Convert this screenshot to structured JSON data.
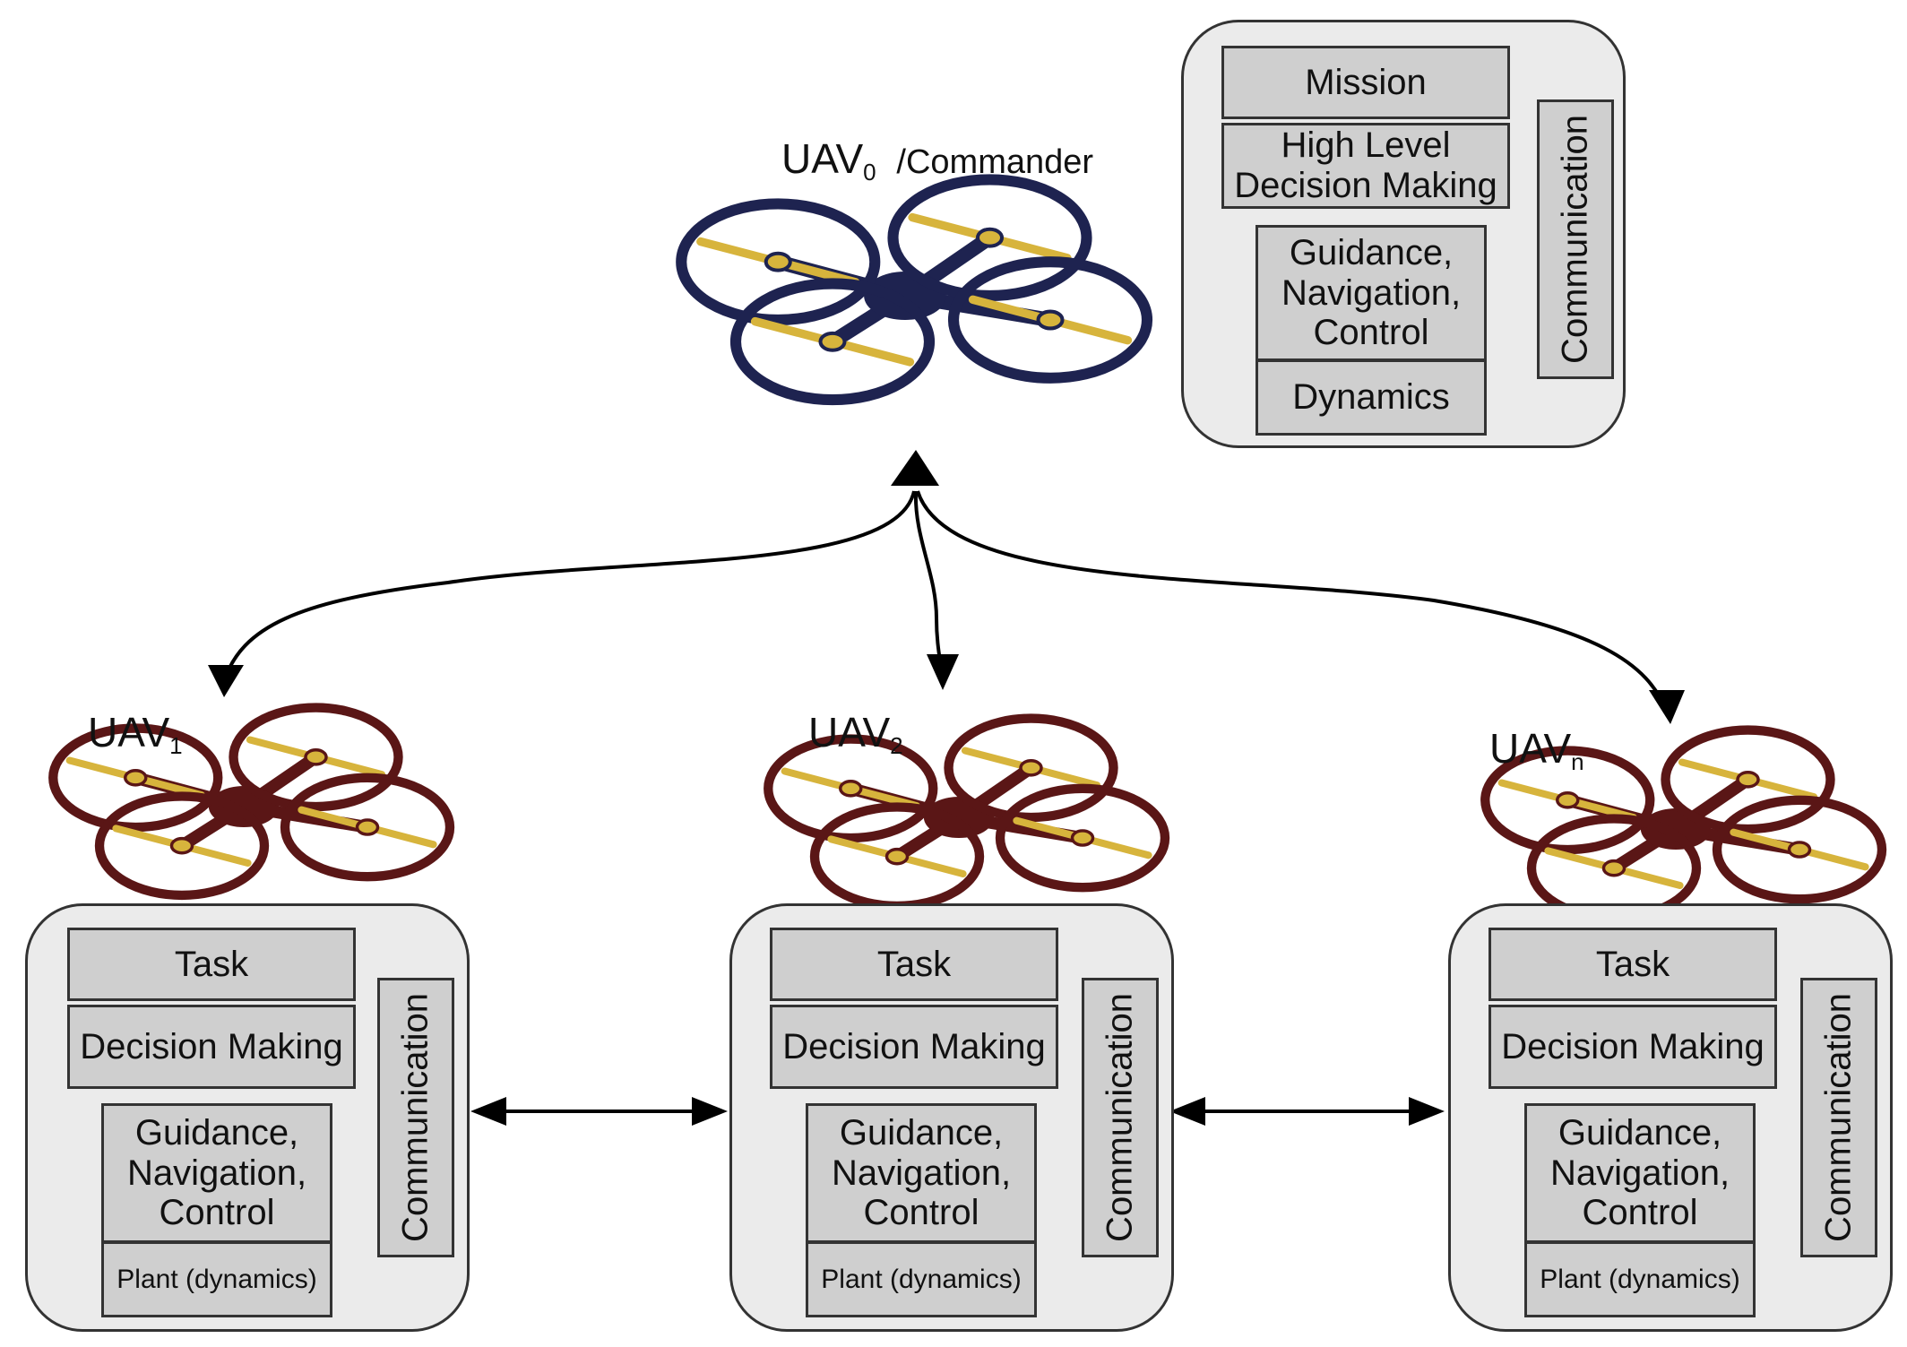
{
  "commander": {
    "label_main": "UAV",
    "label_sub": "0",
    "label_suffix": "/Commander",
    "blocks": {
      "mission": "Mission",
      "high_level": "High Level\nDecision Making",
      "gnc": "Guidance,\nNavigation,\nControl",
      "dynamics": "Dynamics",
      "communication": "Communication"
    }
  },
  "uavs": [
    {
      "label_main": "UAV",
      "label_sub": "1",
      "task": "Task",
      "decision": "Decision Making",
      "gnc": "Guidance,\nNavigation,\nControl",
      "plant": "Plant (dynamics)",
      "communication": "Communication"
    },
    {
      "label_main": "UAV",
      "label_sub": "2",
      "task": "Task",
      "decision": "Decision Making",
      "gnc": "Guidance,\nNavigation,\nControl",
      "plant": "Plant (dynamics)",
      "communication": "Communication"
    },
    {
      "label_main": "UAV",
      "label_sub": "n",
      "task": "Task",
      "decision": "Decision Making",
      "gnc": "Guidance,\nNavigation,\nControl",
      "plant": "Plant (dynamics)",
      "communication": "Communication"
    }
  ],
  "colors": {
    "commander_drone": "#1e2350",
    "follower_drone": "#5a1616",
    "propeller": "#d7b43c",
    "panel_fill": "#ebebeb",
    "block_fill": "#cfcfcf",
    "arrow": "#000000"
  }
}
